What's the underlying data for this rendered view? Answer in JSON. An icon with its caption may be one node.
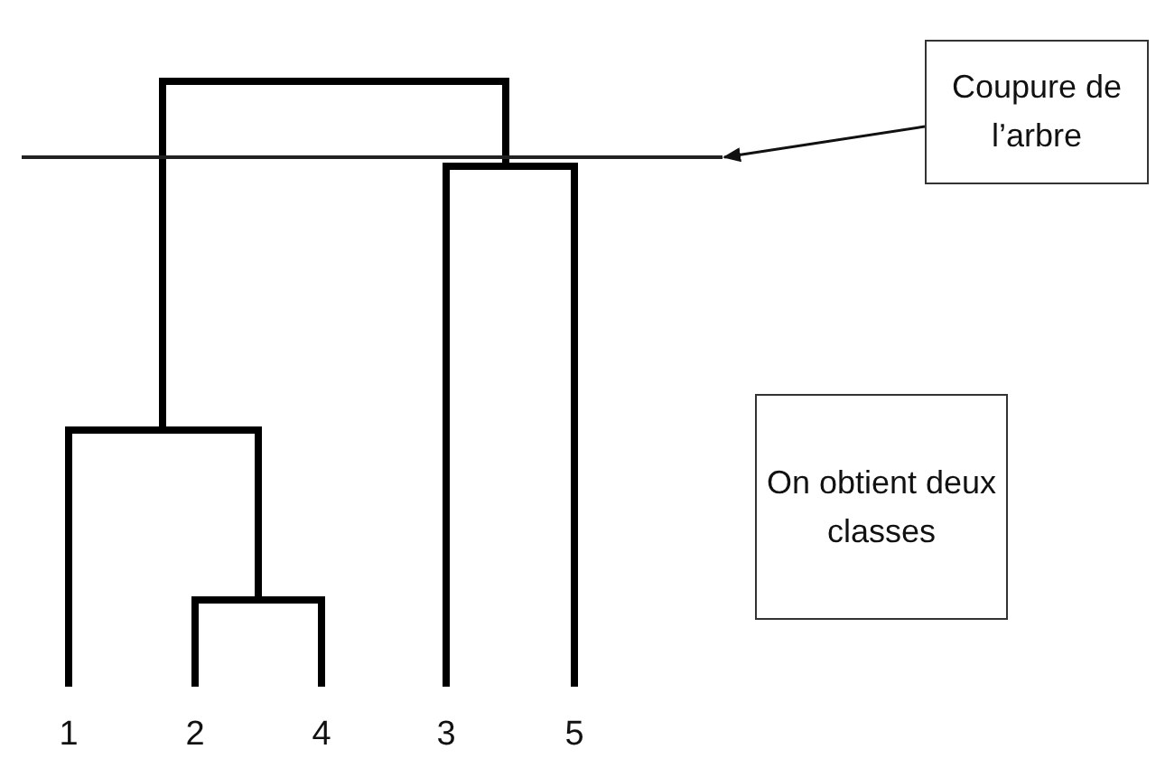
{
  "diagram": {
    "nodes": [
      {
        "text": [
          "Coupure de l’arbre"
        ]
      },
      {
        "text": [],
        "shape": "line"
      },
      {
        "text": [
          "On obtient deux classes"
        ]
      }
    ],
    "edges": [
      {
        "from": 0,
        "to": 1,
        "arrow": "to"
      }
    ],
    "labels": [
      "1",
      "2",
      "4",
      "3",
      "5"
    ]
  }
}
